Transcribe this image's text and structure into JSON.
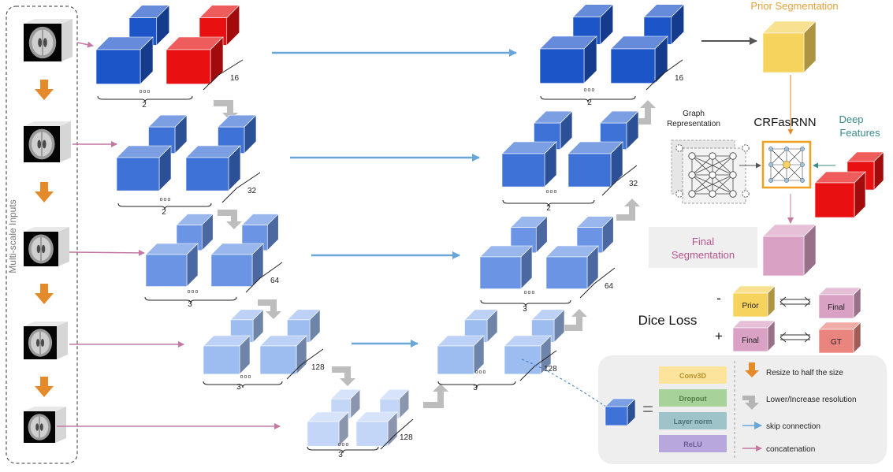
{
  "side_label": "Multi-scale Inputs",
  "colors": {
    "input_arrow": "#e58a2b",
    "concat_arrow": "#c479a3",
    "skip_arrow": "#6aa6d8",
    "resolution_arrow": "#b5b5b5",
    "prior_title": "#e8a13a",
    "deep_features": "#3b8a8a",
    "final_title": "#b5568e",
    "cube_level0": "#1c55c8",
    "cube_level1": "#3f72d6",
    "cube_level2": "#6b95e4",
    "cube_level3": "#9dbcf0",
    "cube_level4": "#c3d6f7",
    "cube_red": "#e81010",
    "cube_prior": "#f5d35c",
    "cube_final": "#d9a2c4",
    "cube_gt": "#e9857e",
    "legend_bg": "#eeeeee"
  },
  "encoder_levels": [
    {
      "count": "2",
      "channels": "16"
    },
    {
      "count": "2",
      "channels": "32"
    },
    {
      "count": "3",
      "channels": "64"
    },
    {
      "count": "3",
      "channels": "128"
    },
    {
      "count": "3",
      "channels": "128"
    }
  ],
  "decoder_levels": [
    {
      "count": "2",
      "channels": "16"
    },
    {
      "count": "2",
      "channels": "32"
    },
    {
      "count": "3",
      "channels": "64"
    },
    {
      "count": "3",
      "channels": "128"
    }
  ],
  "ellipsis": "ooo",
  "prior_segmentation": "Prior Segmentation",
  "graph_representation": [
    "Graph",
    "Representation"
  ],
  "crf_title": "CRFasRNN",
  "deep_features": [
    "Deep",
    "Features"
  ],
  "final_segmentation": [
    "Final",
    "Segmentation"
  ],
  "dice_loss": {
    "title": "Dice Loss",
    "minus": "-",
    "plus": "+",
    "row1": {
      "left": "Prior",
      "right": "Final"
    },
    "row2": {
      "left": "Final",
      "right": "GT"
    }
  },
  "legend": {
    "equals": "=",
    "layers": [
      {
        "label": "Conv3D",
        "color": "#fde49d",
        "text_color": "#b88f2a"
      },
      {
        "label": "Dropout",
        "color": "#a7d39a",
        "text_color": "#4f7d45"
      },
      {
        "label": "Layer norm",
        "color": "#9ec3c8",
        "text_color": "#4d7479"
      },
      {
        "label": "ReLU",
        "color": "#b7a7dc",
        "text_color": "#6a5a96"
      }
    ],
    "items": [
      {
        "label": "Resize to half the size",
        "icon": "orange-down-arrow"
      },
      {
        "label": "Lower/Increase resolution",
        "icon": "gray-elbow-arrow"
      },
      {
        "label": "skip connection",
        "icon": "blue-arrow"
      },
      {
        "label": "concatenation",
        "icon": "pink-arrow"
      }
    ]
  }
}
